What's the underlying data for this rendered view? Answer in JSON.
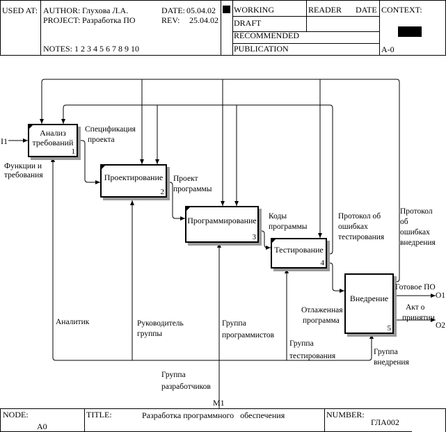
{
  "header": {
    "used_at": "USED AT:",
    "author_label": "AUTHOR:",
    "author": "Глухова Л.А.",
    "project_label": "PROJECT:",
    "project": "Разработка ПО",
    "date_label": "DATE:",
    "date": "05.04.02",
    "rev_label": "REV:",
    "rev": "25.04.02",
    "notes": "NOTES:  1  2  3  4  5  6  7  8  9  10",
    "status": [
      "WORKING",
      "DRAFT",
      "RECOMMENDED",
      "PUBLICATION"
    ],
    "reader": "READER",
    "reader_date": "DATE",
    "context": "CONTEXT:",
    "context_node": "A-0"
  },
  "boxes": [
    {
      "label1": "Анализ",
      "label2": "требований",
      "num": "1"
    },
    {
      "label1": "Проектирование",
      "num": "2"
    },
    {
      "label1": "Программирование",
      "num": "3"
    },
    {
      "label1": "Тестирование",
      "num": "4"
    },
    {
      "label1": "Внедрение",
      "num": "5"
    }
  ],
  "labels": {
    "i1": "I1",
    "func1": "Функции и",
    "func2": "требования",
    "spec1": "Спецификация",
    "spec2": "проекта",
    "proj1": "Проект",
    "proj2": "программы",
    "codes1": "Коды",
    "codes2": "программы",
    "err1": "Протокол об",
    "err2": "ошибках",
    "err3": "тестирования",
    "impl1": "Протокол",
    "impl2": "об",
    "impl3": "ошибках",
    "impl4": "внедрения",
    "ready": "Готовое ПО",
    "o1": "O1",
    "act1": "Акт о",
    "act2": "принятии",
    "o2": "O2",
    "debug1": "Отлаженная",
    "debug2": "программа",
    "analyst": "Аналитик",
    "lead1": "Руководитель",
    "lead2": "группы",
    "prog1": "Группа",
    "prog2": "программистов",
    "test1": "Группа",
    "test2": "тестирования",
    "deploy1": "Группа",
    "deploy2": "внедрения",
    "dev1": "Группа",
    "dev2": "разработчиков",
    "m1": "M1"
  },
  "footer": {
    "node_label": "NODE:",
    "node": "A0",
    "title_label": "TITLE:",
    "title": "Разработка программного   обеспечения",
    "number_label": "NUMBER:",
    "number": "ГЛА002"
  }
}
